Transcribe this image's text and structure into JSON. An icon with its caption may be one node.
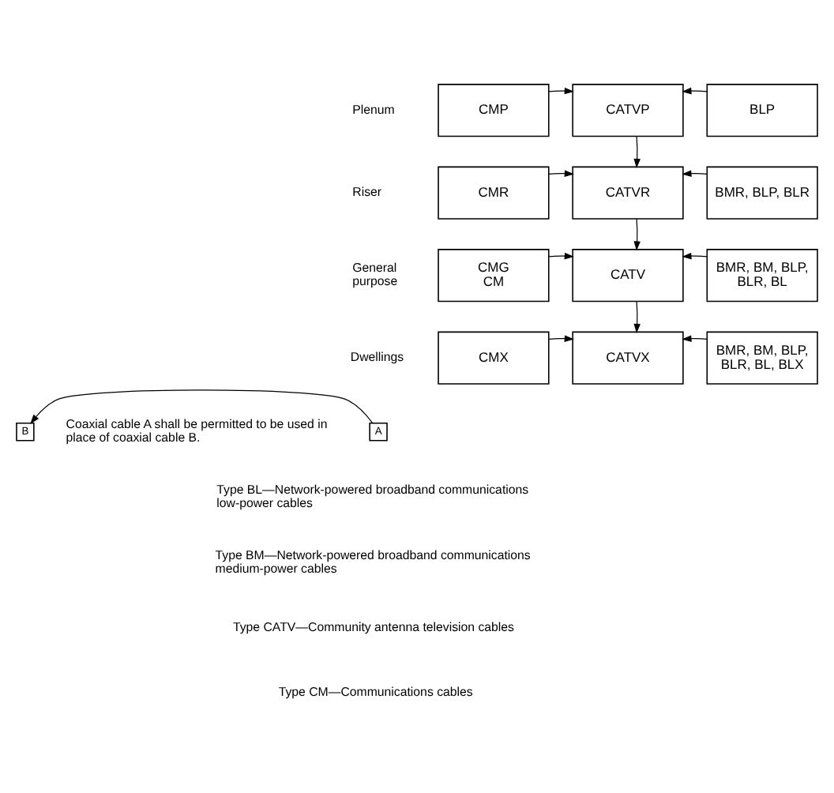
{
  "diagram": {
    "nodes": [
      {
        "text": [
          "CMP"
        ]
      },
      {
        "text": [
          "CATVP"
        ]
      },
      {
        "text": [
          "BLP"
        ]
      },
      {
        "text": [
          "CMR"
        ]
      },
      {
        "text": [
          "CATVR"
        ]
      },
      {
        "text": [
          "BMR, BLP, BLR"
        ]
      },
      {
        "text": [
          "CMG",
          "CM"
        ]
      },
      {
        "text": [
          "CATV"
        ]
      },
      {
        "text": [
          "BMR, BM, BLP, BLR, BL"
        ]
      },
      {
        "text": [
          "CMX"
        ]
      },
      {
        "text": [
          "CATVX"
        ]
      },
      {
        "text": [
          "BMR, BM, BLP, BLR, BL, BLX"
        ]
      },
      {
        "text": [
          "A"
        ]
      },
      {
        "text": [
          "B"
        ]
      }
    ],
    "edges": [
      {
        "from": 0,
        "to": 1,
        "arrow": "to"
      },
      {
        "from": 2,
        "to": 1,
        "arrow": "to"
      },
      {
        "from": 1,
        "to": 4,
        "arrow": "to"
      },
      {
        "from": 3,
        "to": 4,
        "arrow": "to"
      },
      {
        "from": 5,
        "to": 4,
        "arrow": "to"
      },
      {
        "from": 4,
        "to": 7,
        "arrow": "to"
      },
      {
        "from": 6,
        "to": 7,
        "arrow": "to"
      },
      {
        "from": 8,
        "to": 7,
        "arrow": "to"
      },
      {
        "from": 7,
        "to": 10,
        "arrow": "to"
      },
      {
        "from": 9,
        "to": 10,
        "arrow": "to"
      },
      {
        "from": 11,
        "to": 10,
        "arrow": "to"
      },
      {
        "from": 12,
        "to": 13,
        "arrow": "to"
      }
    ],
    "labels": [
      "Plenum",
      "Riser",
      "General purpose",
      "Dwellings",
      "Coaxial cable A shall be permitted to be used in place of coaxial cable B.",
      "Type BL—Network-powered broadband communications low-power cables",
      "Type BM—Network-powered broadband communications medium-power cables",
      "Type CATV—Community antenna television cables",
      "Type CM—Communications cables"
    ]
  }
}
